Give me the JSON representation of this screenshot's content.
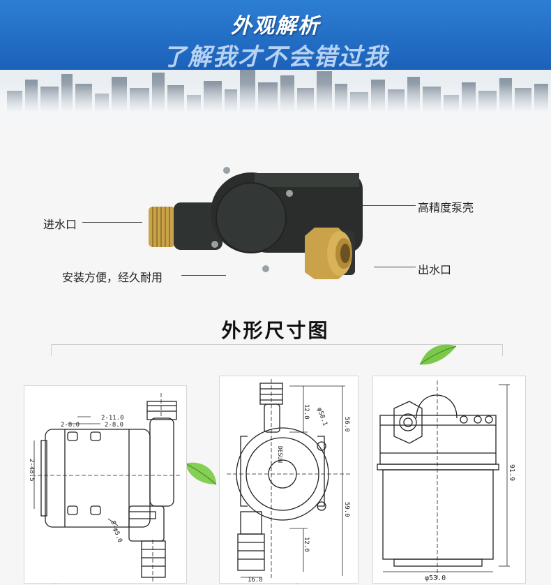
{
  "header": {
    "title": "外观解析",
    "subtitle": "了解我才不会错过我"
  },
  "appearance": {
    "callouts": {
      "housing": "高精度泵壳",
      "inlet": "进水口",
      "outlet": "出水口",
      "install": "安装方便，经久耐用"
    }
  },
  "dimensions": {
    "title": "外形尺寸图",
    "side_view": {
      "dim_2_8": "2-8.0",
      "dim_2_11": "2-11.0",
      "dim_2_8b": "2-8.0",
      "dim_2_48": "2-48.5",
      "dim_8_05": "8-φ5.0"
    },
    "front_view": {
      "dim_12_top": "12.0",
      "dim_r58": "φ58.1",
      "dim_56": "56.0",
      "dim_59": "59.0",
      "dim_12_bottom": "12.0",
      "dim_16_8": "16.8",
      "brand": "DESUN"
    },
    "back_view": {
      "dim_91_9": "91.9",
      "dim_53": "φ53.0"
    }
  },
  "colors": {
    "banner_blue": "#1f6cc7",
    "brass": "#c9a24a",
    "pump_body": "#2a2d2b",
    "leaf": "#7cc84a"
  }
}
